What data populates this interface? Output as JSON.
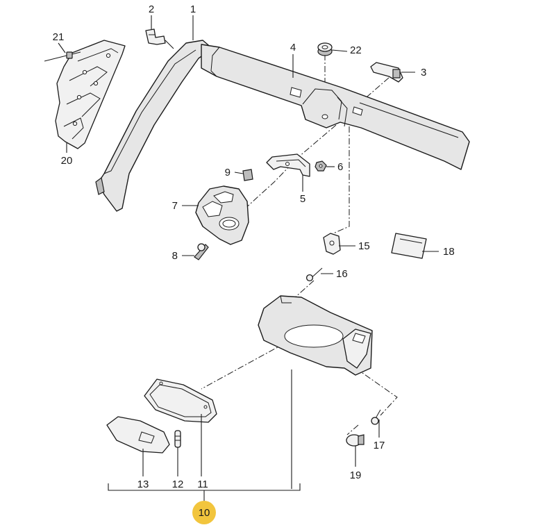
{
  "callouts": {
    "c1": "1",
    "c2": "2",
    "c3": "3",
    "c4": "4",
    "c5": "5",
    "c6": "6",
    "c7": "7",
    "c8": "8",
    "c9": "9",
    "c10": "10",
    "c11": "11",
    "c12": "12",
    "c13": "13",
    "c15": "15",
    "c16": "16",
    "c17": "17",
    "c18": "18",
    "c19": "19",
    "c20": "20",
    "c21": "21",
    "c22": "22"
  },
  "colors": {
    "highlight_badge": "#f2c53d",
    "line": "#1a1a1a",
    "part_fill": "#e6e6e6"
  }
}
